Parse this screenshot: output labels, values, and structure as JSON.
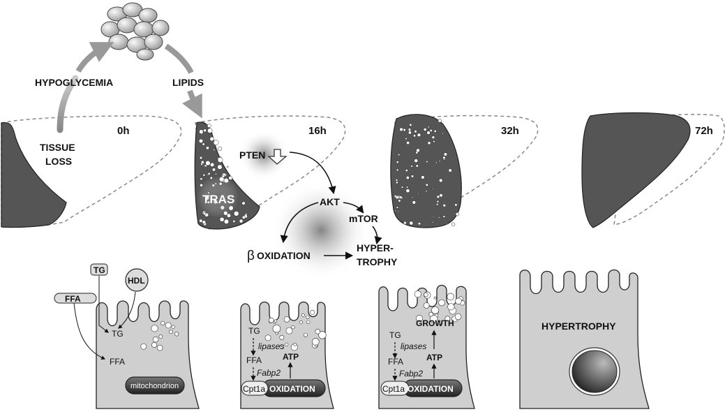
{
  "top": {
    "hypoglycemia": "HYPOGLYCEMIA",
    "lipids": "LIPIDS",
    "tissue_loss_1": "TISSUE",
    "tissue_loss_2": "LOSS"
  },
  "timepoints": [
    "0h",
    "16h",
    "32h",
    "72h"
  ],
  "pathway": {
    "pten": "PTEN",
    "tras": "TRAS",
    "akt": "AKT",
    "mtor": "mTOR",
    "beta": "β",
    "oxidation": "OXIDATION",
    "hyper_1": "HYPER-",
    "hyper_2": "TROPHY"
  },
  "cells": {
    "c0": {
      "tg_box": "TG",
      "hdl": "HDL",
      "ffa_box": "FFA",
      "tg": "TG",
      "ffa": "FFA",
      "mito": "mitochondrion"
    },
    "c1": {
      "tg": "TG",
      "lipases": "lipases",
      "ffa": "FFA",
      "fabp2": "Fabp2",
      "atp": "ATP",
      "cpt1a": "Cpt1a",
      "oxidation": "OXIDATION"
    },
    "c2": {
      "growth": "GROWTH",
      "tg": "TG",
      "lipases": "lipases",
      "ffa": "FFA",
      "fabp2": "Fabp2",
      "atp": "ATP",
      "cpt1a": "Cpt1a",
      "oxidation": "OXIDATION"
    },
    "c3": {
      "hypertrophy": "HYPERTROPHY"
    }
  }
}
